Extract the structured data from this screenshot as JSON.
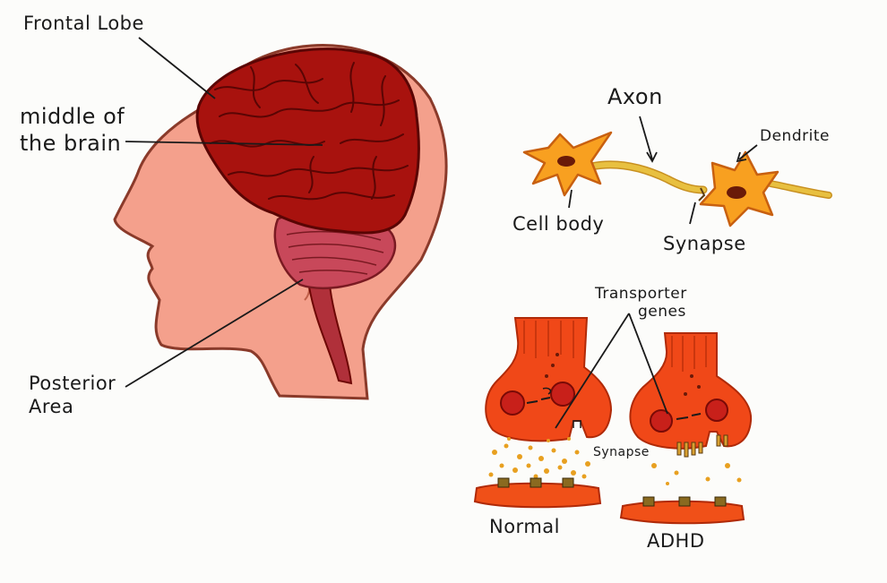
{
  "labels": {
    "frontal_lobe": "Frontal Lobe",
    "middle_of_brain_1": "middle of",
    "middle_of_brain_2": "the brain",
    "posterior_area_1": "Posterior",
    "posterior_area_2": "Area",
    "axon": "Axon",
    "dendrite": "Dendrite",
    "cell_body": "Cell body",
    "synapse_top": "Synapse",
    "transporter_genes_1": "Transporter",
    "transporter_genes_2": "genes",
    "synapse_bottom": "Synapse",
    "normal": "Normal",
    "adhd": "ADHD"
  },
  "colors": {
    "skin": "#f4a08c",
    "skin_outline": "#8a3a2a",
    "brain": "#a8120e",
    "brain_dark": "#6e0705",
    "cerebellum": "#c8485a",
    "brainstem": "#b0303a",
    "neuron": "#f8a020",
    "neuron_outline": "#c86010",
    "axon": "#e8c040",
    "terminal": "#f04818",
    "vesicle": "#c8201a",
    "neurotransmitter": "#e8a020",
    "receptor_band": "#f05018"
  }
}
